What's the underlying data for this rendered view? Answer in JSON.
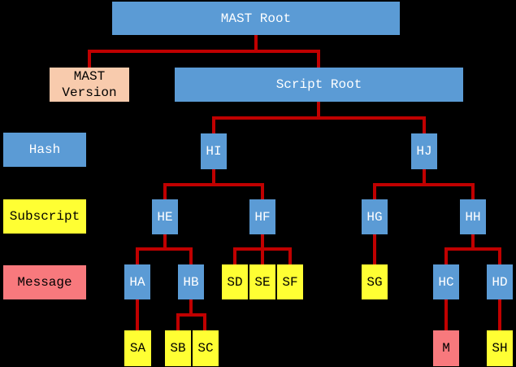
{
  "diagram": {
    "kind": "tree",
    "description": "MAST tree diagram"
  },
  "palette": {
    "background": "#000000",
    "hash_blue": "#5B9BD5",
    "subscript_yellow": "#FFFF33",
    "message_salmon": "#F8797D",
    "version_peach": "#F8CBAD",
    "connector_red": "#C00000",
    "text_on_blue": "#FFFFFF",
    "text_on_light": "#000000"
  },
  "legend": {
    "hash": "Hash",
    "subscript": "Subscript",
    "message": "Message"
  },
  "nodes": {
    "mast_root": {
      "label": "MAST Root",
      "type": "hash"
    },
    "mast_version": {
      "label": "MAST Version",
      "type": "version"
    },
    "script_root": {
      "label": "Script Root",
      "type": "hash"
    },
    "hi": {
      "label": "HI",
      "type": "hash"
    },
    "hj": {
      "label": "HJ",
      "type": "hash"
    },
    "he": {
      "label": "HE",
      "type": "hash"
    },
    "hf": {
      "label": "HF",
      "type": "hash"
    },
    "hg": {
      "label": "HG",
      "type": "hash"
    },
    "hh": {
      "label": "HH",
      "type": "hash"
    },
    "ha": {
      "label": "HA",
      "type": "hash"
    },
    "hb": {
      "label": "HB",
      "type": "hash"
    },
    "sd": {
      "label": "SD",
      "type": "subscript"
    },
    "se": {
      "label": "SE",
      "type": "subscript"
    },
    "sf": {
      "label": "SF",
      "type": "subscript"
    },
    "sg": {
      "label": "SG",
      "type": "subscript"
    },
    "hc": {
      "label": "HC",
      "type": "hash"
    },
    "hd": {
      "label": "HD",
      "type": "hash"
    },
    "sa": {
      "label": "SA",
      "type": "subscript"
    },
    "sb": {
      "label": "SB",
      "type": "subscript"
    },
    "sc": {
      "label": "SC",
      "type": "subscript"
    },
    "m": {
      "label": "M",
      "type": "message"
    },
    "sh": {
      "label": "SH",
      "type": "subscript"
    }
  },
  "edges": [
    [
      "mast_root",
      "mast_version"
    ],
    [
      "mast_root",
      "script_root"
    ],
    [
      "script_root",
      "hi"
    ],
    [
      "script_root",
      "hj"
    ],
    [
      "hi",
      "he"
    ],
    [
      "hi",
      "hf"
    ],
    [
      "hj",
      "hg"
    ],
    [
      "hj",
      "hh"
    ],
    [
      "he",
      "ha"
    ],
    [
      "he",
      "hb"
    ],
    [
      "hf",
      "sd"
    ],
    [
      "hf",
      "se"
    ],
    [
      "hf",
      "sf"
    ],
    [
      "hg",
      "sg"
    ],
    [
      "hh",
      "hc"
    ],
    [
      "hh",
      "hd"
    ],
    [
      "ha",
      "sa"
    ],
    [
      "hb",
      "sb"
    ],
    [
      "hb",
      "sc"
    ],
    [
      "hc",
      "m"
    ],
    [
      "hd",
      "sh"
    ]
  ]
}
